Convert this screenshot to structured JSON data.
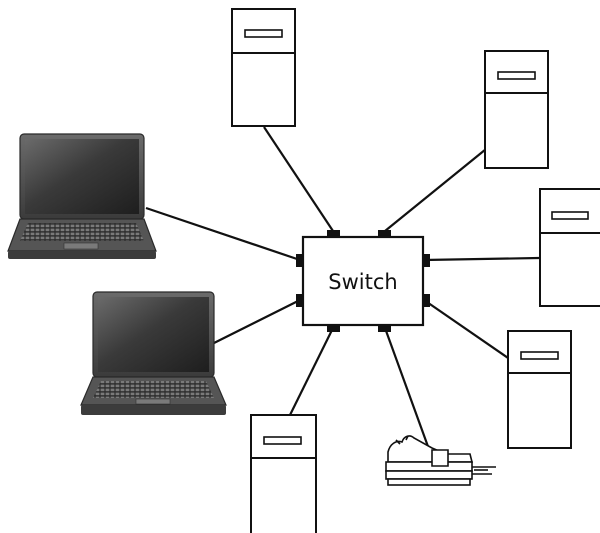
{
  "switch": {
    "label": "Switch"
  },
  "devices": [
    {
      "kind": "server",
      "icon": "server-tower-icon"
    },
    {
      "kind": "server",
      "icon": "server-tower-icon"
    },
    {
      "kind": "server",
      "icon": "server-tower-icon"
    },
    {
      "kind": "server",
      "icon": "server-tower-icon"
    },
    {
      "kind": "server",
      "icon": "server-tower-icon"
    },
    {
      "kind": "laptop",
      "icon": "laptop-icon"
    },
    {
      "kind": "laptop",
      "icon": "laptop-icon"
    },
    {
      "kind": "printer",
      "icon": "printer-icon"
    }
  ],
  "colors": {
    "stroke": "#111111",
    "background": "#ffffff",
    "laptop_body": "#4a4a4a",
    "laptop_screen": "#2e2e2e"
  }
}
